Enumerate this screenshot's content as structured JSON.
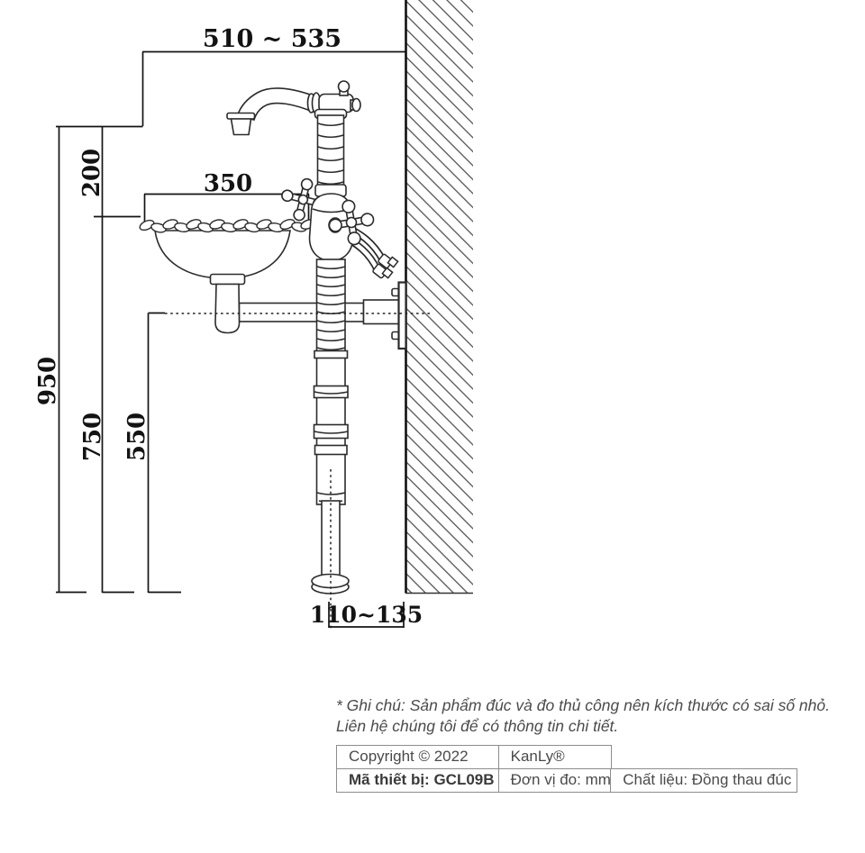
{
  "drawing": {
    "title": "floor-standing-faucet-dimension-diagram",
    "dim_labels": {
      "top_span": "510 ~ 535",
      "basin_width": "350",
      "spout_height": "200",
      "total_height": "950",
      "rim_height": "750",
      "drain_height": "550",
      "wall_offset": "110~135"
    }
  },
  "note": {
    "line1": "* Ghi chú: Sản phẩm đúc và đo thủ công nên kích thước có sai số nhỏ.",
    "line2": "Liên hệ chúng tôi để có thông tin chi tiết."
  },
  "info_table": {
    "copyright": "Copyright © 2022",
    "brand": "KanLy®",
    "model": "Mã thiết bị: GCL09B",
    "unit": "Đơn vị đo: mm",
    "material": "Chất liệu: Đồng thau đúc"
  },
  "colors": {
    "ink": "#1c1c1c",
    "dimension_line": "#141414",
    "hatch": "#5f5f5f",
    "table_border": "#8d8d8d",
    "text_gray": "#4a4a4a"
  }
}
